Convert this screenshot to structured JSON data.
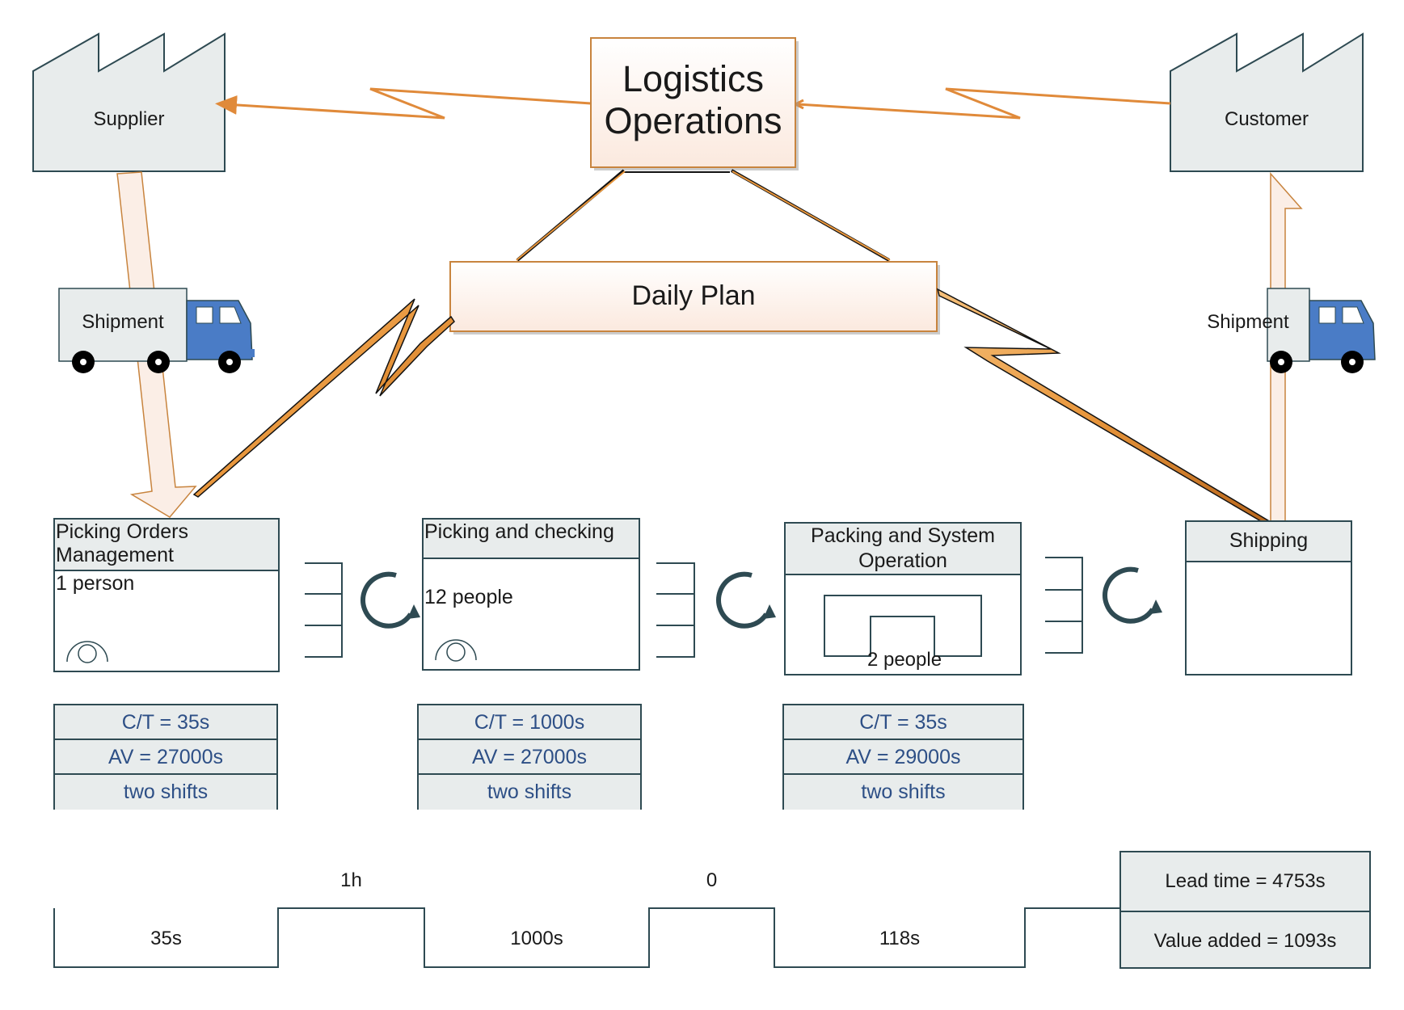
{
  "nodes": {
    "supplier": "Supplier",
    "customer": "Customer",
    "logistics_line1": "Logistics",
    "logistics_line2": "Operations",
    "daily_plan": "Daily Plan",
    "shipment_left": "Shipment",
    "shipment_right": "Shipment"
  },
  "processes": [
    {
      "title_line1": "Picking Orders",
      "title_line2": "Management",
      "staff": "1 person",
      "ct": "C/T = 35s",
      "av": "AV = 27000s",
      "shifts": "two shifts"
    },
    {
      "title_line1": "Picking and checking",
      "staff": "12 people",
      "ct": "C/T = 1000s",
      "av": "AV = 27000s",
      "shifts": "two shifts"
    },
    {
      "title_line1": "Packing and System",
      "title_line2": "Operation",
      "staff": "2 people",
      "ct": "C/T = 35s",
      "av": "AV = 29000s",
      "shifts": "two shifts"
    },
    {
      "title_line1": "Shipping"
    }
  ],
  "timeline": {
    "process_times": [
      "35s",
      "1000s",
      "118s"
    ],
    "wait_times": [
      "1h",
      "0"
    ],
    "lead_time": "Lead time = 4753s",
    "value_added": "Value added = 1093s"
  },
  "colors": {
    "factory_fill": "#e8ecec",
    "outline": "#2e4a52",
    "logistics_border": "#c8843e",
    "lightning": "#e8963c",
    "truck_blue": "#4a7cc6",
    "data_text": "#2d4f86"
  },
  "icons": [
    "factory-icon",
    "truck-icon",
    "operator-icon",
    "inventory-icon",
    "push-arrow-icon",
    "lightning-icon"
  ]
}
